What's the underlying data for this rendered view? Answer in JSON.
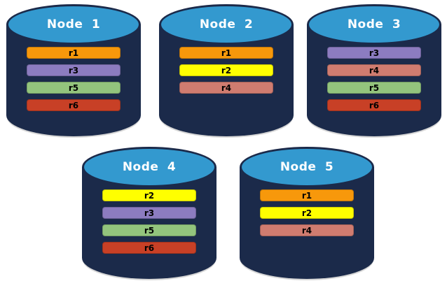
{
  "colors": {
    "cylinder_body": "#1B2A4A",
    "cylinder_top_fill": "#3399CF",
    "cylinder_top_border": "#1B2A4A",
    "cylinder_bottom_edge": "#D6D6D6",
    "bar_text": "#000000",
    "title_text": "#FFFFFF",
    "background": "#FFFFFF"
  },
  "replica_colors": {
    "r1": "#F7980B",
    "r2": "#FFFF00",
    "r3": "#8C7CC0",
    "r4": "#D07C70",
    "r5": "#93C47D",
    "r6": "#C84026"
  },
  "nodes": [
    {
      "label": "Node 1",
      "replicas": [
        "r1",
        "r3",
        "r5",
        "r6"
      ]
    },
    {
      "label": "Node 2",
      "replicas": [
        "r1",
        "r2",
        "r4"
      ]
    },
    {
      "label": "Node 3",
      "replicas": [
        "r3",
        "r4",
        "r5",
        "r6"
      ]
    },
    {
      "label": "Node 4",
      "replicas": [
        "r2",
        "r3",
        "r5",
        "r6"
      ]
    },
    {
      "label": "Node 5",
      "replicas": [
        "r1",
        "r2",
        "r4"
      ]
    }
  ]
}
